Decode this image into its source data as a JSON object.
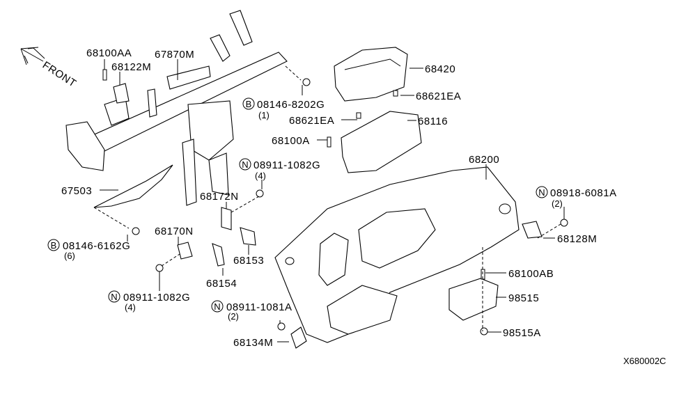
{
  "direction": {
    "label": "FRONT",
    "icon": "arrow-up-left-icon"
  },
  "callouts": [
    {
      "id": "68100AA",
      "text": "68100AA"
    },
    {
      "id": "68122M",
      "text": "68122M"
    },
    {
      "id": "67870M",
      "text": "67870M"
    },
    {
      "id": "08146-8202G",
      "prefix": "B",
      "text": "08146-8202G",
      "qty": "(1)"
    },
    {
      "id": "68420",
      "text": "68420"
    },
    {
      "id": "68621EA-upper",
      "text": "68621EA"
    },
    {
      "id": "68621EA-lower",
      "text": "68621EA"
    },
    {
      "id": "68116",
      "text": "68116"
    },
    {
      "id": "68100A",
      "text": "68100A"
    },
    {
      "id": "08911-1082G-upper",
      "prefix": "N",
      "text": "08911-1082G",
      "qty": "(4)"
    },
    {
      "id": "67503",
      "text": "67503"
    },
    {
      "id": "68200",
      "text": "68200"
    },
    {
      "id": "68172N",
      "text": "68172N"
    },
    {
      "id": "08918-6081A",
      "prefix": "N",
      "text": "08918-6081A",
      "qty": "(2)"
    },
    {
      "id": "68128M",
      "text": "68128M"
    },
    {
      "id": "68170N",
      "text": "68170N"
    },
    {
      "id": "08146-6162G",
      "prefix": "B",
      "text": "08146-6162G",
      "qty": "(6)"
    },
    {
      "id": "68153",
      "text": "68153"
    },
    {
      "id": "68154",
      "text": "68154"
    },
    {
      "id": "68100AB",
      "text": "68100AB"
    },
    {
      "id": "98515",
      "text": "98515"
    },
    {
      "id": "08911-1082G-lower",
      "prefix": "N",
      "text": "08911-1082G",
      "qty": "(4)"
    },
    {
      "id": "08911-1081A",
      "prefix": "N",
      "text": "08911-1081A",
      "qty": "(2)"
    },
    {
      "id": "68134M",
      "text": "68134M"
    },
    {
      "id": "98515A",
      "text": "98515A"
    }
  ],
  "diagram_code": "X680002C",
  "colors": {
    "ink": "#000000",
    "background": "#ffffff"
  }
}
